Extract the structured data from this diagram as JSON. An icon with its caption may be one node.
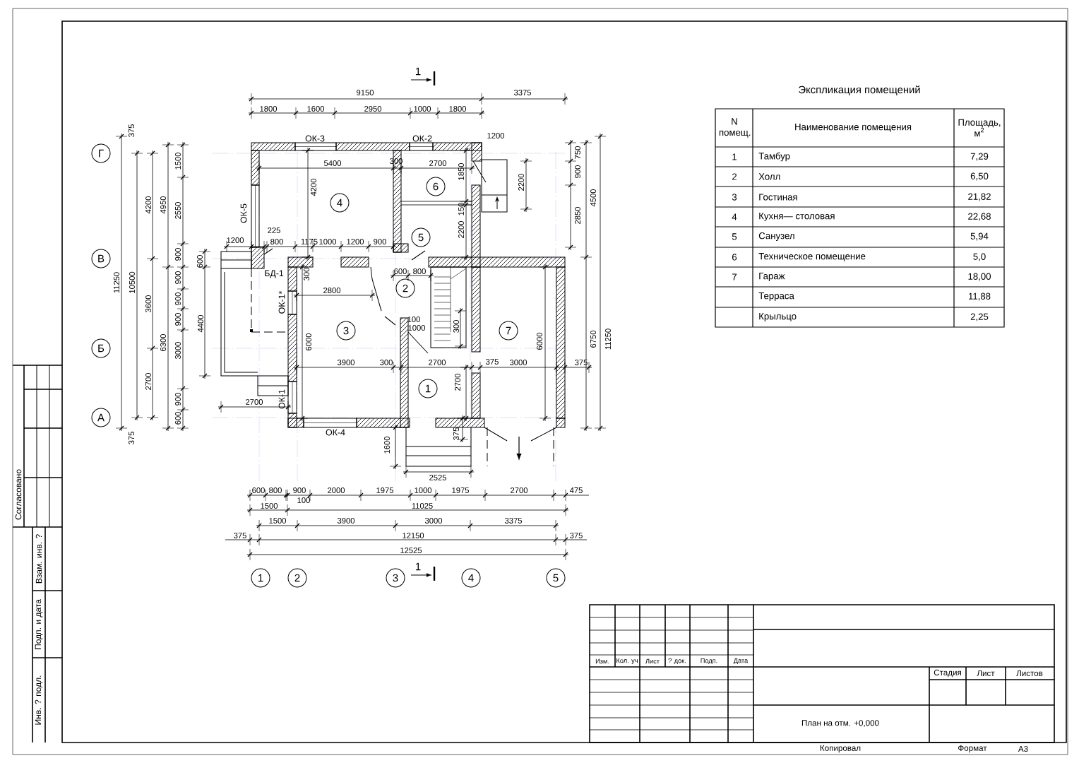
{
  "diagram": {
    "nodes": [
      {
        "text": [
          "Г"
        ]
      },
      {
        "text": [
          "В"
        ]
      },
      {
        "text": [
          "Б"
        ]
      },
      {
        "text": [
          "А"
        ]
      },
      {
        "text": [
          "4"
        ]
      },
      {
        "text": [
          "6"
        ]
      },
      {
        "text": [
          "5"
        ]
      },
      {
        "text": [
          "2"
        ]
      },
      {
        "text": [
          "3"
        ]
      },
      {
        "text": [
          "7"
        ]
      },
      {
        "text": [
          "1"
        ]
      },
      {
        "text": [
          "1"
        ]
      },
      {
        "text": [
          "2"
        ]
      },
      {
        "text": [
          "3"
        ]
      },
      {
        "text": [
          "4"
        ]
      },
      {
        "text": [
          "5"
        ]
      }
    ],
    "labels": [
      "1",
      "9150",
      "3375",
      "1800",
      "1600",
      "2950",
      "1000",
      "1800",
      "375",
      "ОК-3",
      "ОК-2",
      "1200",
      "750",
      "1500",
      "5400",
      "300",
      "2700",
      "4200",
      "1850",
      "2200",
      "900",
      "4200",
      "4950",
      "2550",
      "ОК-5",
      "150",
      "2200",
      "2850",
      "4500",
      "225",
      "1200",
      "800",
      "1175",
      "1000",
      "1200",
      "900",
      "900",
      "600",
      "БД-1",
      "300",
      "600",
      "800",
      "900",
      "11250",
      "10500",
      "3600",
      "900",
      "ОК-1*",
      "2800",
      "900",
      "4400",
      "100",
      "1000",
      "300",
      "6300",
      "6000",
      "6000",
      "6750",
      "11250",
      "3000",
      "3900",
      "300",
      "2700",
      "375",
      "3000",
      "375",
      "2700",
      "2700",
      "900",
      "ОК-1",
      "2700",
      "600",
      "375",
      "ОК-4",
      "375",
      "1600",
      "2525",
      "600",
      "800",
      "900",
      "2000",
      "1975",
      "1000",
      "1975",
      "2700",
      "475",
      "100",
      "1500",
      "11025",
      "1500",
      "3900",
      "3000",
      "3375",
      "375",
      "12150",
      "375",
      "12525",
      "1",
      "Экспликация помещений",
      "N помещ.",
      "Наименование помещения",
      "Площадь, м$^{2}$",
      "1",
      "Тамбур",
      "7,29",
      "2",
      "Холл",
      "6,50",
      "3",
      "Гостиная",
      "21,82",
      "4",
      "Кухня— столовая",
      "22,68",
      "5",
      "Санузел",
      "5,94",
      "6",
      "Техническое помещение",
      "5,0",
      "7",
      "Гараж",
      "18,00",
      "Терраса",
      "11,88",
      "Крыльцо",
      "2,25",
      "Изм.",
      "Кол. уч",
      "Лист",
      "? док.",
      "Подп.",
      "Дата",
      "Стадия",
      "Лист",
      "Листов",
      "План на отм. +0,000",
      "Копировал",
      "Формат",
      "А3",
      "Согласовано",
      "Взам. инв. ?",
      "Подп. и дата",
      "Инв. ? подл."
    ]
  }
}
